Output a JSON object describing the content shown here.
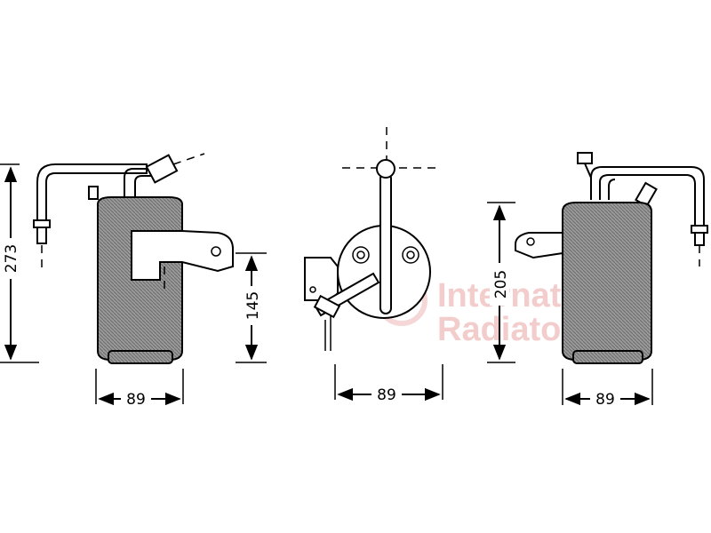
{
  "dimensions": {
    "left_height": "273",
    "left_width": "89",
    "center_height": "145",
    "center_width": "89",
    "right_height": "205",
    "right_width": "89"
  },
  "watermark": {
    "line1": "International",
    "line2": "Radiators"
  }
}
